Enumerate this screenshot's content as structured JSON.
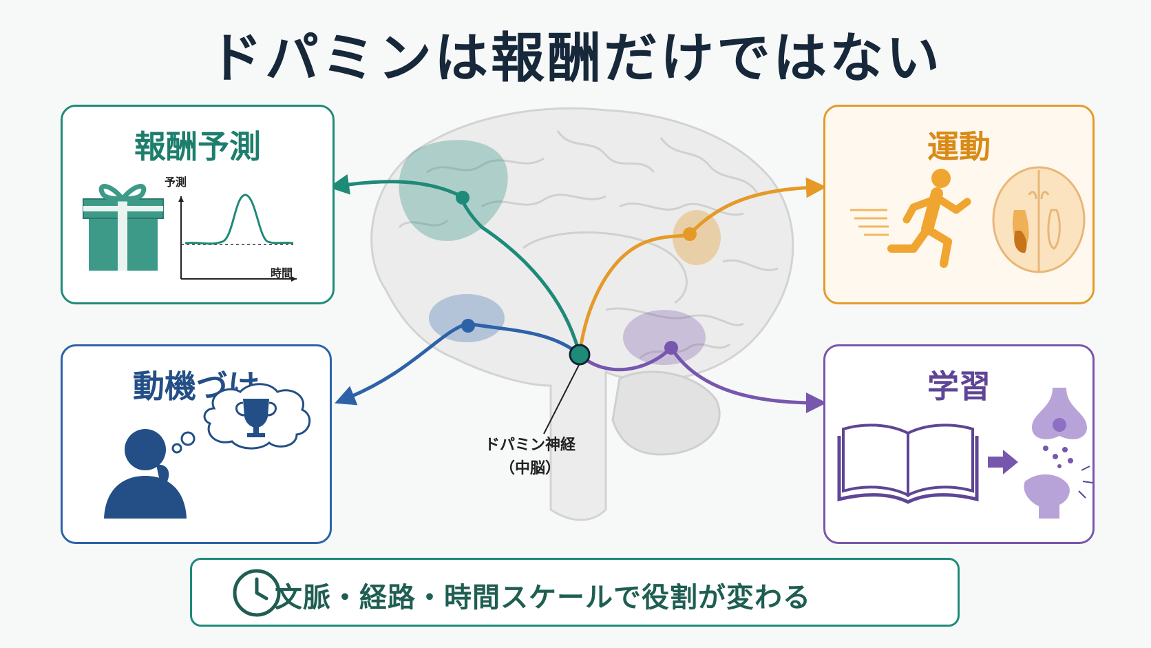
{
  "title": "ドパミンは報酬だけではない",
  "panels": {
    "reward": {
      "title": "報酬予測",
      "y_axis_label": "予測",
      "x_axis_label": "時間"
    },
    "motor": {
      "title": "運動"
    },
    "motivation": {
      "title": "動機づけ"
    },
    "learning": {
      "title": "学習"
    }
  },
  "center": {
    "label_line1": "ドパミン神経",
    "label_line2": "（中脳）"
  },
  "banner": {
    "text": "文脈・経路・時間スケールで役割が変わる",
    "icon": "clock-icon"
  },
  "colors": {
    "reward": "#1e8a78",
    "motor": "#e59a28",
    "motivation": "#2d62a8",
    "learning": "#7756ad",
    "title": "#16283a"
  }
}
